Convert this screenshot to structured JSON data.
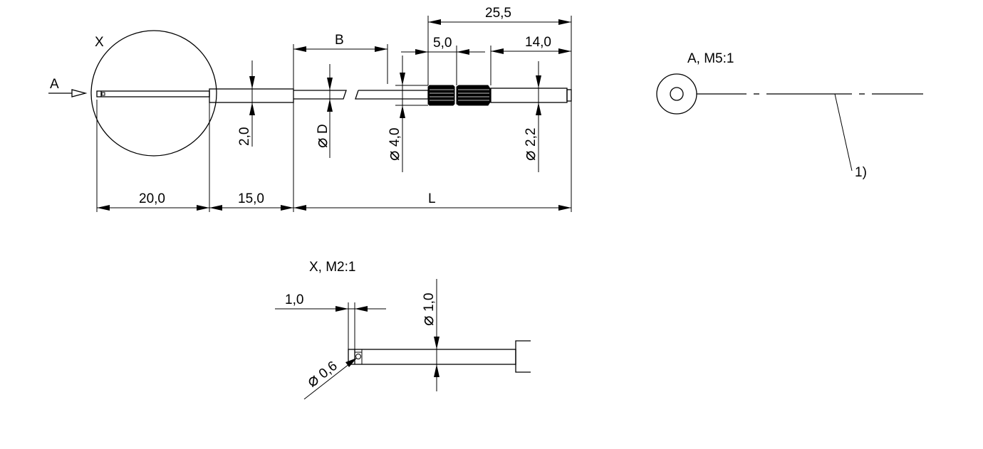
{
  "labels": {
    "view_x": "X",
    "view_a_arrow": "A",
    "dim_b": "B",
    "dim_25_5": "25,5",
    "dim_5_0": "5,0",
    "dim_14_0": "14,0",
    "dim_2_0": "2,0",
    "dim_phi_d": "D",
    "dim_phi_4_0": "4,0",
    "dim_phi_2_2": "2,2",
    "dim_20_0": "20,0",
    "dim_15_0": "15,0",
    "dim_l": "L",
    "view_a_title": "A, M5:1",
    "note_ref": "1)",
    "view_x_title": "X, M2:1",
    "detail_1_0": "1,0",
    "detail_phi_1_0": "1,0",
    "detail_phi_0_6": "0,6"
  },
  "symbols": {
    "diameter": "⌀"
  }
}
